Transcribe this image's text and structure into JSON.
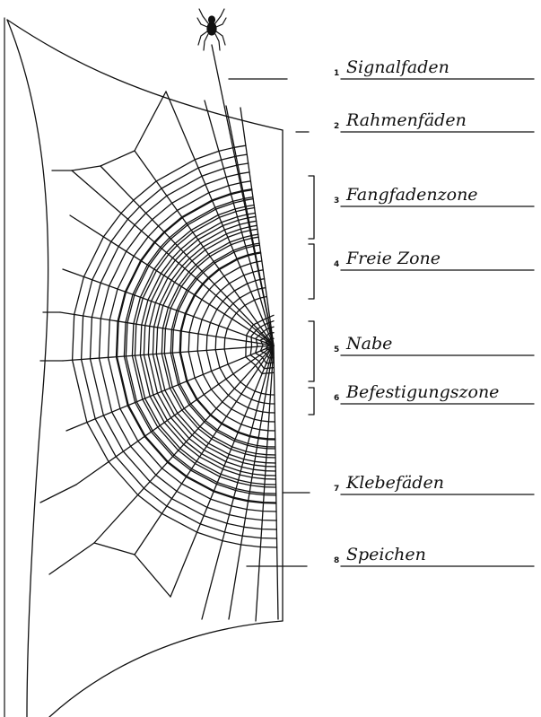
{
  "labels": [
    {
      "number": "1",
      "text": "Signalfaden"
    },
    {
      "number": "2",
      "text": "Rahmenfäden"
    },
    {
      "number": "3",
      "text": "Fangfadenzone"
    },
    {
      "number": "4",
      "text": "Freie Zone"
    },
    {
      "number": "5",
      "text": "Nabe"
    },
    {
      "number": "6",
      "text": "Befestigungszone"
    },
    {
      "number": "7",
      "text": "Klebefäden"
    },
    {
      "number": "8",
      "text": "Speichen"
    }
  ],
  "colors": {
    "ink": "#111111",
    "background": "#ffffff"
  },
  "icons": {
    "spider": "spider-icon"
  }
}
